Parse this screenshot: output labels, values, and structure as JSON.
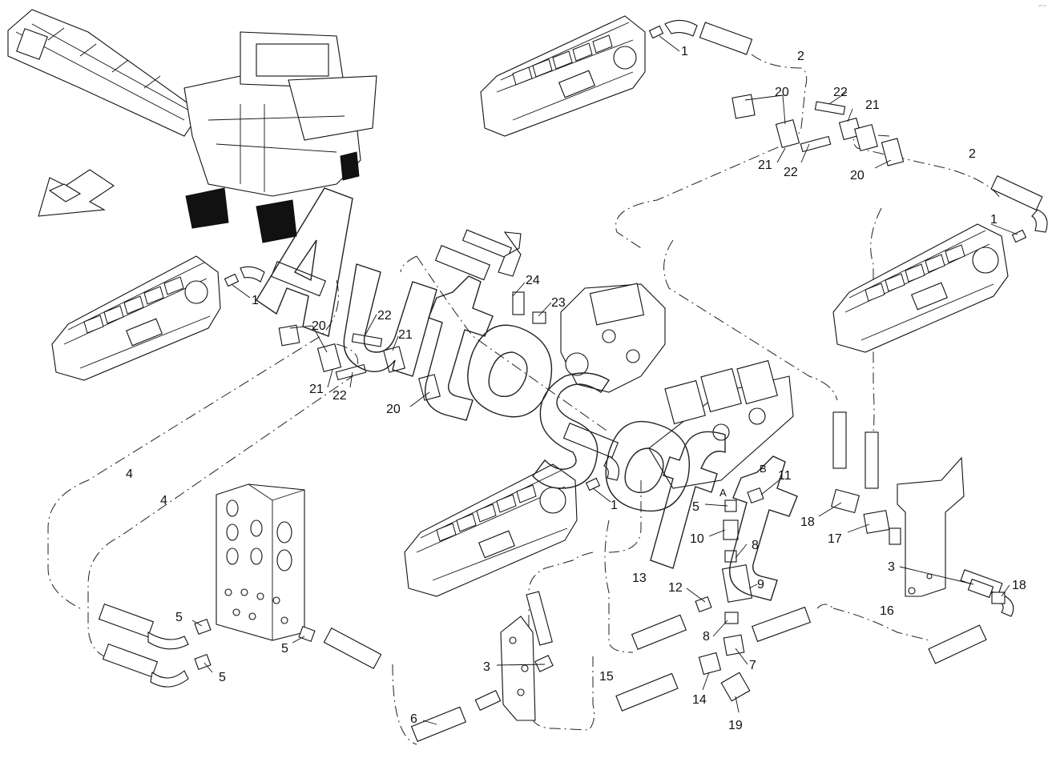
{
  "watermark": "AutoSoft",
  "corner_mark": "ᵃᴾ ᵇᵃ",
  "labels": {
    "p1a": "1",
    "p1b": "1",
    "p1c": "1",
    "p1d": "1",
    "p2a": "2",
    "p2b": "2",
    "p3a": "3",
    "p3b": "3",
    "p4a": "4",
    "p4b": "4",
    "p5a": "5",
    "p5b": "5",
    "p5c": "5",
    "p5d": "5",
    "p6": "6",
    "p7": "7",
    "p8a": "8",
    "p8b": "8",
    "p9": "9",
    "p10": "10",
    "p11": "11",
    "p12": "12",
    "p13": "13",
    "p14": "14",
    "p15": "15",
    "p16": "16",
    "p17": "17",
    "p18a": "18",
    "p18b": "18",
    "p19": "19",
    "p20a": "20",
    "p20b": "20",
    "p20c": "20",
    "p20d": "20",
    "p21a": "21",
    "p21b": "21",
    "p21c": "21",
    "p21d": "21",
    "p22a": "22",
    "p22b": "22",
    "p22c": "22",
    "p22d": "22",
    "p23": "23",
    "p24": "24",
    "portA": "A",
    "portB": "B"
  }
}
